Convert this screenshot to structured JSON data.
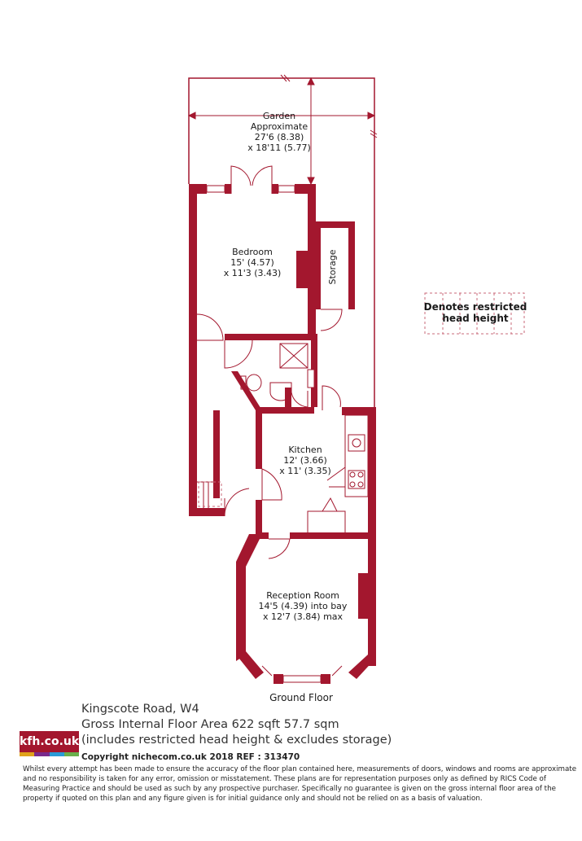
{
  "colors": {
    "wall": "#a3172e",
    "ink": "#1a1a1a",
    "dash": "#c96a7a"
  },
  "rooms": {
    "garden": {
      "name": "Garden",
      "line2": "Approximate",
      "line3": "27'6 (8.38)",
      "line4": "x 18'11 (5.77)"
    },
    "bedroom": {
      "name": "Bedroom",
      "line2": "15' (4.57)",
      "line3": "x 11'3 (3.43)"
    },
    "storage": {
      "name": "Storage"
    },
    "kitchen": {
      "name": "Kitchen",
      "line2": "12' (3.66)",
      "line3": "x 11' (3.35)"
    },
    "reception": {
      "name": "Reception Room",
      "line2": "14'5 (4.39) into bay",
      "line3": "x 12'7 (3.84) max"
    }
  },
  "legend": {
    "line1": "Denotes restricted",
    "line2": "head height"
  },
  "floor_label": "Ground Floor",
  "title": {
    "address": "Kingscote Road, W4",
    "area": "Gross Internal Floor Area 622 sqft 57.7 sqm",
    "note": "(includes restricted head height & excludes storage)",
    "copyright": "Copyright nichecom.co.uk 2018 REF : 313470"
  },
  "logo": {
    "text": "kfh.co.uk",
    "stripes": [
      "#e0a21b",
      "#7a2a8c",
      "#2a9bd6",
      "#6ab04c"
    ]
  },
  "disclaimer": "Whilst every attempt has been made to ensure the accuracy of the floor plan contained here, measurements of doors, windows and rooms are approximate and no responsibility is taken for any error, omission or misstatement.  These plans are for representation purposes only as defined by RICS Code of Measuring Practice and should be used as such by any prospective purchaser.  Specifically no guarantee is given on the gross internal floor area of the property if quoted on this plan and any figure given is for initial guidance only and should not be relied on as a basis of valuation."
}
